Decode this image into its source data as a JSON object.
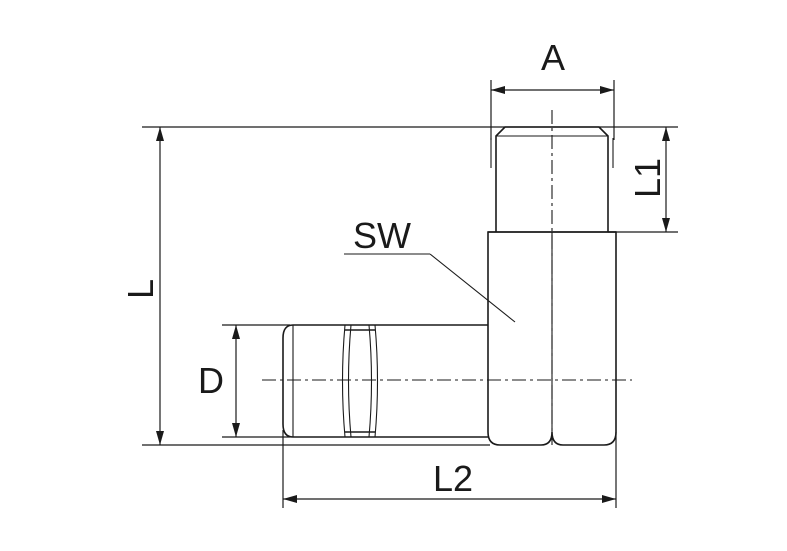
{
  "labels": {
    "A": "A",
    "L1": "L1",
    "SW": "SW",
    "L": "L",
    "D": "D",
    "L2": "L2"
  },
  "colors": {
    "line": "#1a1a1a",
    "background": "#ffffff"
  }
}
